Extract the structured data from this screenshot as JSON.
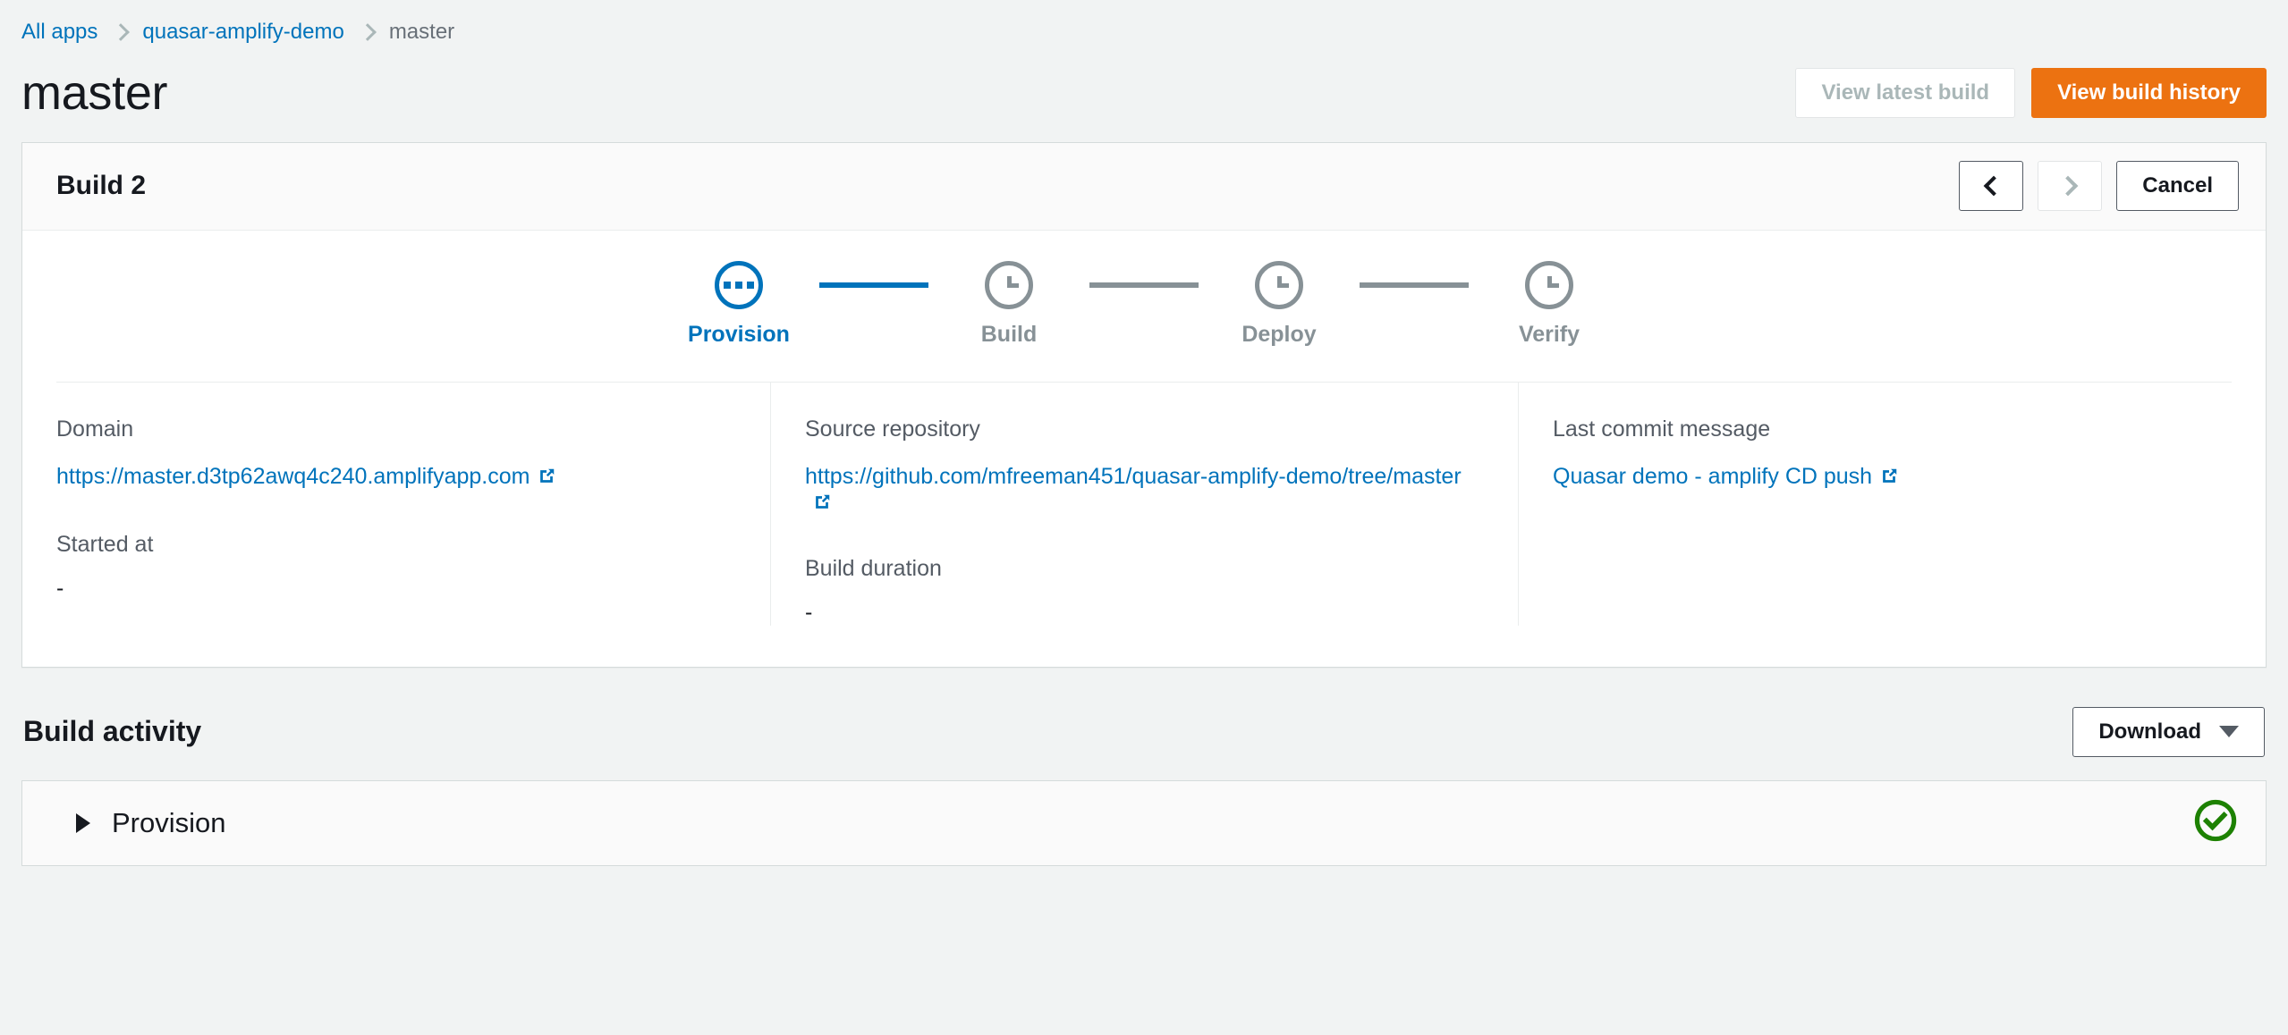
{
  "breadcrumb": {
    "items": [
      {
        "label": "All apps",
        "type": "link"
      },
      {
        "label": "quasar-amplify-demo",
        "type": "link"
      },
      {
        "label": "master",
        "type": "current"
      }
    ]
  },
  "header": {
    "title": "master",
    "actions": {
      "view_latest_build": "View latest build",
      "view_build_history": "View build history"
    }
  },
  "build_card": {
    "title": "Build 2",
    "nav": {
      "prev_icon": "chevron-left-icon",
      "next_icon": "chevron-right-icon"
    },
    "cancel_label": "Cancel",
    "stepper": {
      "steps": [
        {
          "label": "Provision",
          "state": "active",
          "icon": "ellipsis-icon"
        },
        {
          "label": "Build",
          "state": "pending",
          "icon": "clock-icon"
        },
        {
          "label": "Deploy",
          "state": "pending",
          "icon": "clock-icon"
        },
        {
          "label": "Verify",
          "state": "pending",
          "icon": "clock-icon"
        }
      ]
    },
    "details": {
      "domain_label": "Domain",
      "domain_value": "https://master.d3tp62awq4c240.amplifyapp.com",
      "source_repo_label": "Source repository",
      "source_repo_value": "https://github.com/mfreeman451/quasar-amplify-demo/tree/master",
      "last_commit_label": "Last commit message",
      "last_commit_value": "Quasar demo - amplify CD push",
      "started_at_label": "Started at",
      "started_at_value": "-",
      "build_duration_label": "Build duration",
      "build_duration_value": "-"
    }
  },
  "build_activity": {
    "title": "Build activity",
    "download_label": "Download",
    "rows": [
      {
        "label": "Provision",
        "status": "success",
        "expanded": false
      }
    ]
  },
  "colors": {
    "link": "#0073BB",
    "primary": "#EC7211",
    "success": "#1D8102",
    "muted": "#879196",
    "page_bg": "#F1F3F3"
  }
}
